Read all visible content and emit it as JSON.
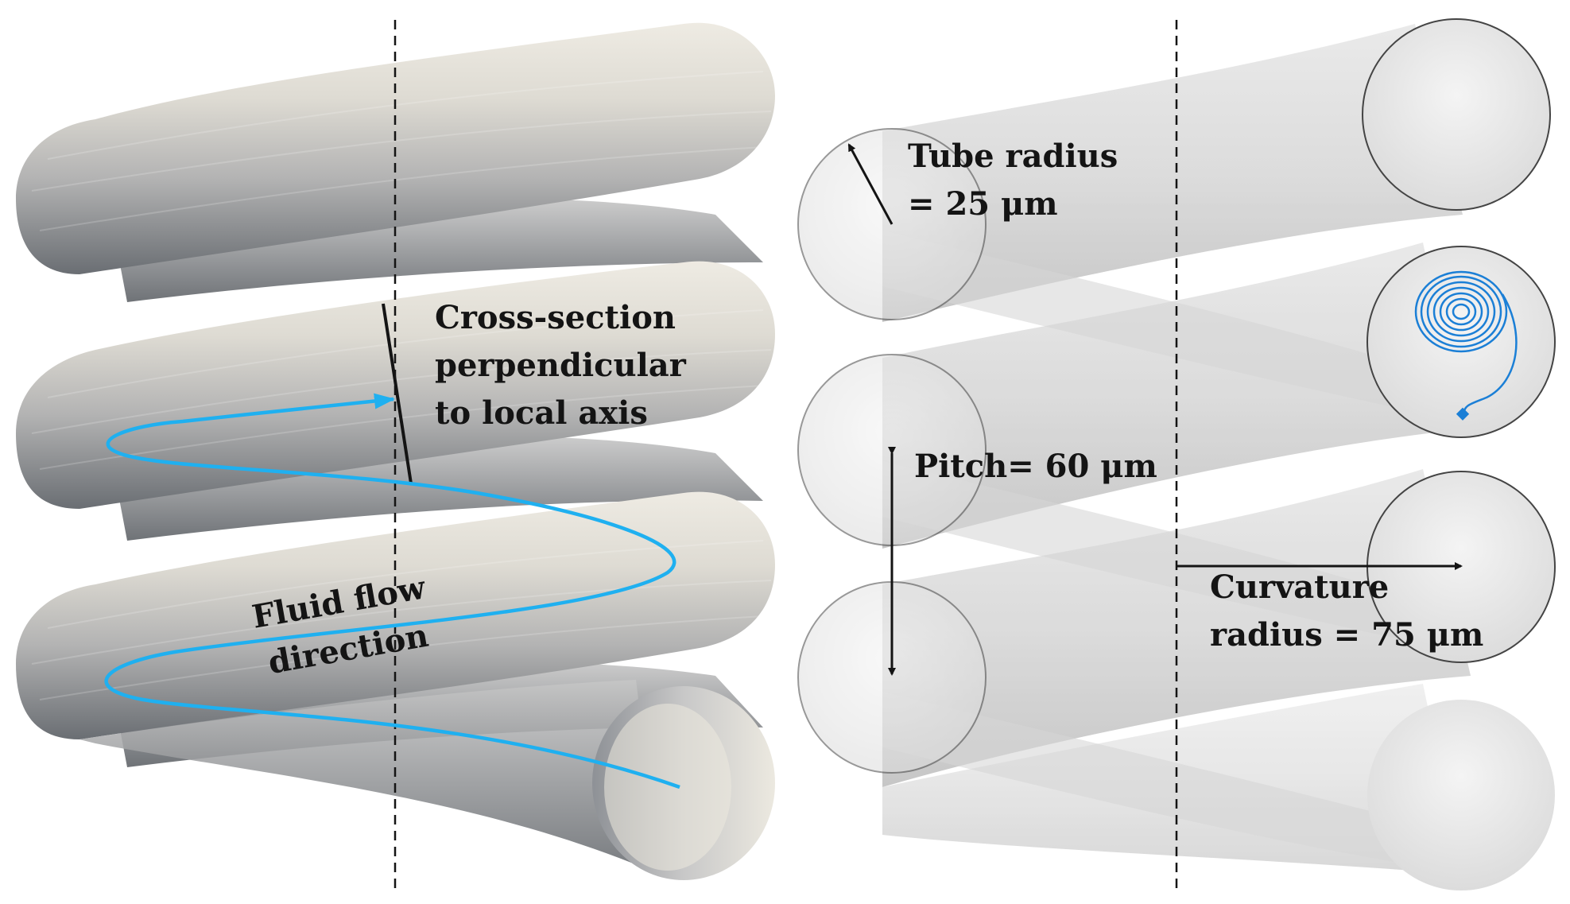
{
  "left_panel": {
    "cross_section_label": [
      "Cross-section",
      "perpendicular",
      "to local axis"
    ],
    "flow_label": [
      "Fluid flow",
      "direction"
    ]
  },
  "right_panel": {
    "tube_radius_label": [
      "Tube radius",
      "= 25 μm"
    ],
    "pitch_label": "Pitch= 60 μm",
    "curvature_label": [
      "Curvature",
      "radius = 75 μm"
    ]
  },
  "colors": {
    "flow_line": "#1fb0f0",
    "streamline": "#1b7fd6",
    "annotation": "#141414"
  }
}
